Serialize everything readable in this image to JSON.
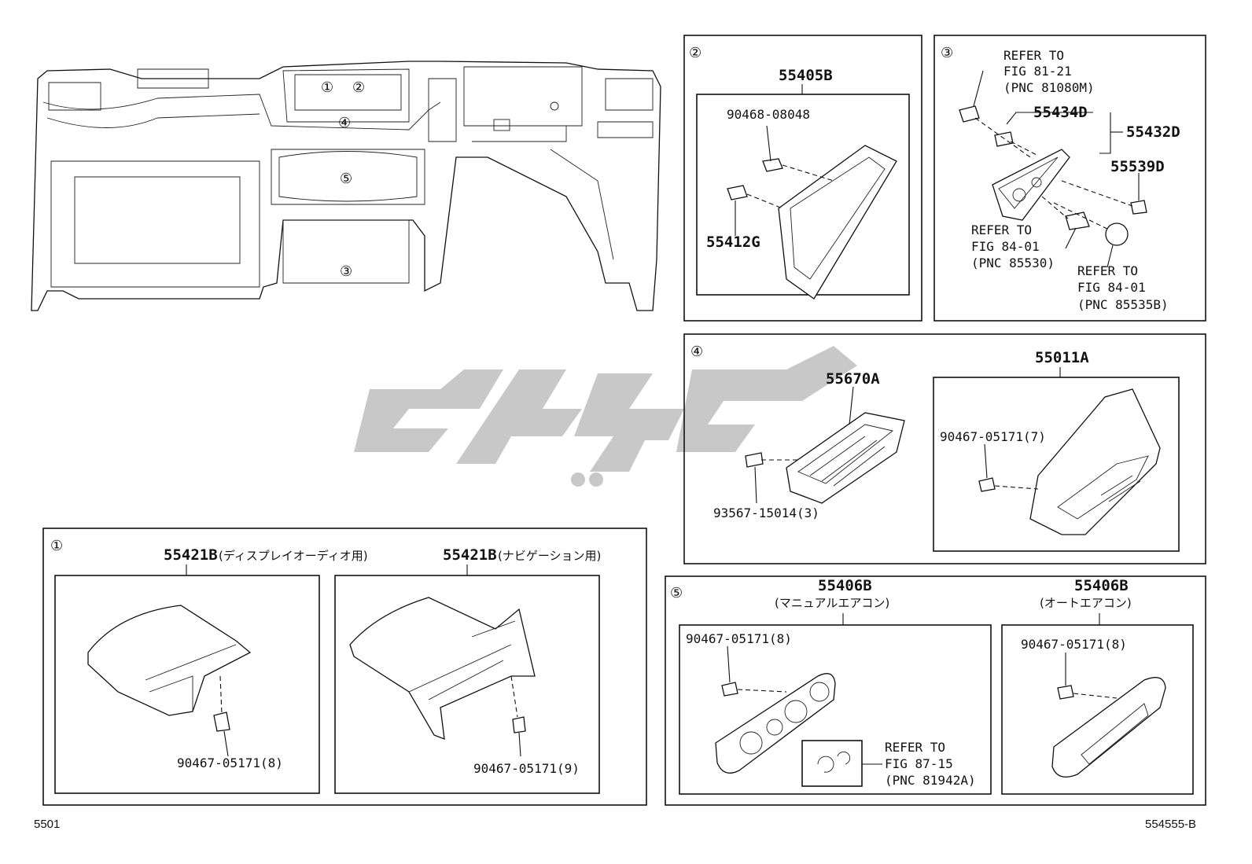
{
  "top": {
    "callouts": [
      "①",
      "②",
      "③",
      "④",
      "⑤"
    ]
  },
  "panels": {
    "p2": {
      "index": "②",
      "main_part": "55405B",
      "parts": [
        "90468-08048",
        "55412G"
      ]
    },
    "p3": {
      "index": "③",
      "refer_a": [
        "REFER TO",
        "FIG 81-21",
        "(PNC 81080M)"
      ],
      "parts": [
        "55434D",
        "55432D",
        "55539D"
      ],
      "refer_b": [
        "REFER TO",
        "FIG 84-01",
        "(PNC 85530)"
      ],
      "refer_c": [
        "REFER TO",
        "FIG 84-01",
        "(PNC 85535B)"
      ]
    },
    "p4": {
      "index": "④",
      "main_part_a": "55670A",
      "main_part_b": "55011A",
      "parts": [
        "90467-05171(7)",
        "93567-15014(3)"
      ]
    },
    "p1": {
      "index": "①",
      "left_part": "55421B",
      "left_note": "(ディスプレイオーディオ用)",
      "right_part": "55421B",
      "right_note": "(ナビゲーション用)",
      "left_clip": "90467-05171(8)",
      "right_clip": "90467-05171(9)"
    },
    "p5": {
      "index": "⑤",
      "left_part": "55406B",
      "left_note": "(マニュアルエアコン)",
      "right_part": "55406B",
      "right_note": "(オートエアコン)",
      "left_clip": "90467-05171(8)",
      "right_clip": "90467-05171(8)",
      "refer": [
        "REFER TO",
        "FIG 87-15",
        "(PNC 81942A)"
      ]
    }
  },
  "footer": {
    "left_code": "5501",
    "right_code": "554555-B"
  },
  "colors": {
    "line": "#111111",
    "watermark": "#c8c8c8"
  }
}
